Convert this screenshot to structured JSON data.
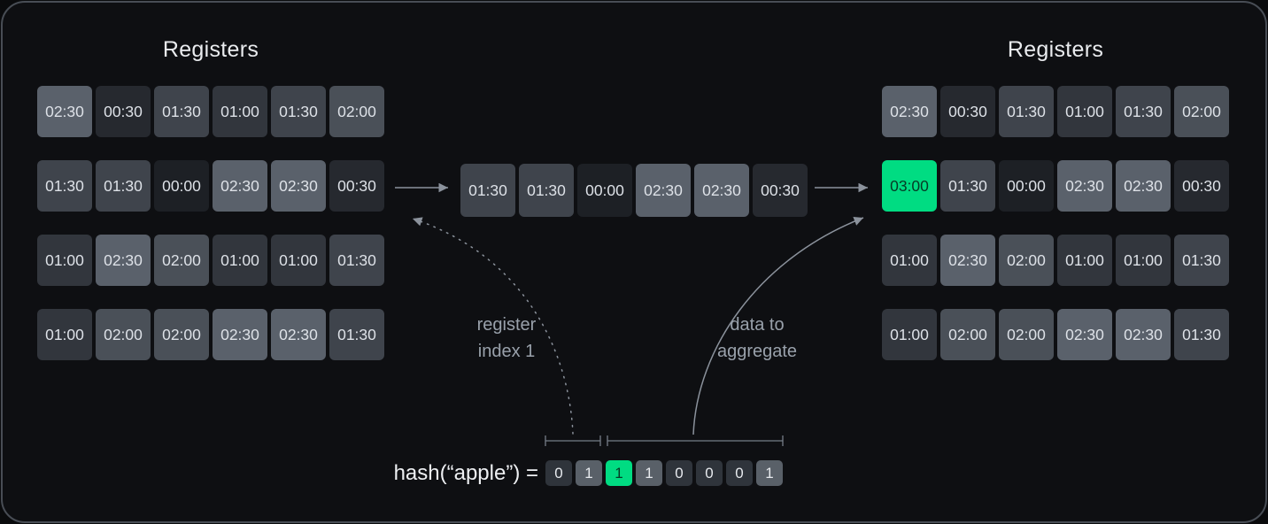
{
  "left_registers": {
    "title": "Registers",
    "rows": [
      [
        "02:30",
        "00:30",
        "01:30",
        "01:00",
        "01:30",
        "02:00"
      ],
      [
        "01:30",
        "01:30",
        "00:00",
        "02:30",
        "02:30",
        "00:30"
      ],
      [
        "01:00",
        "02:30",
        "02:00",
        "01:00",
        "01:00",
        "01:30"
      ],
      [
        "01:00",
        "02:00",
        "02:00",
        "02:30",
        "02:30",
        "01:30"
      ]
    ]
  },
  "merged_row": {
    "values": [
      "01:30",
      "01:30",
      "00:00",
      "02:30",
      "02:30",
      "00:30"
    ]
  },
  "right_registers": {
    "title": "Registers",
    "highlight": {
      "row": 1,
      "col": 0
    },
    "rows": [
      [
        "02:30",
        "00:30",
        "01:30",
        "01:00",
        "01:30",
        "02:00"
      ],
      [
        "03:00",
        "01:30",
        "00:00",
        "02:30",
        "02:30",
        "00:30"
      ],
      [
        "01:00",
        "02:30",
        "02:00",
        "01:00",
        "01:00",
        "01:30"
      ],
      [
        "01:00",
        "02:00",
        "02:00",
        "02:30",
        "02:30",
        "01:30"
      ]
    ]
  },
  "hash": {
    "label": "hash(“apple”) =",
    "bits": [
      "0",
      "1",
      "1",
      "1",
      "0",
      "0",
      "0",
      "1"
    ],
    "highlight_index": 2
  },
  "annotations": {
    "register_index": {
      "line1": "register",
      "line2": "index 1"
    },
    "data_to_aggregate": {
      "line1": "data to",
      "line2": "aggregate"
    }
  },
  "colors": {
    "highlight": "#00dc82",
    "highlight_text": "#063a25",
    "value_shades": {
      "00:00": "#1d2025",
      "00:30": "#26292f",
      "01:00": "#32363d",
      "01:30": "#3f444c",
      "02:00": "#4a5058",
      "02:30": "#5a616b"
    },
    "bit_shades": {
      "0": "#2f343b",
      "1": "#596068"
    }
  }
}
